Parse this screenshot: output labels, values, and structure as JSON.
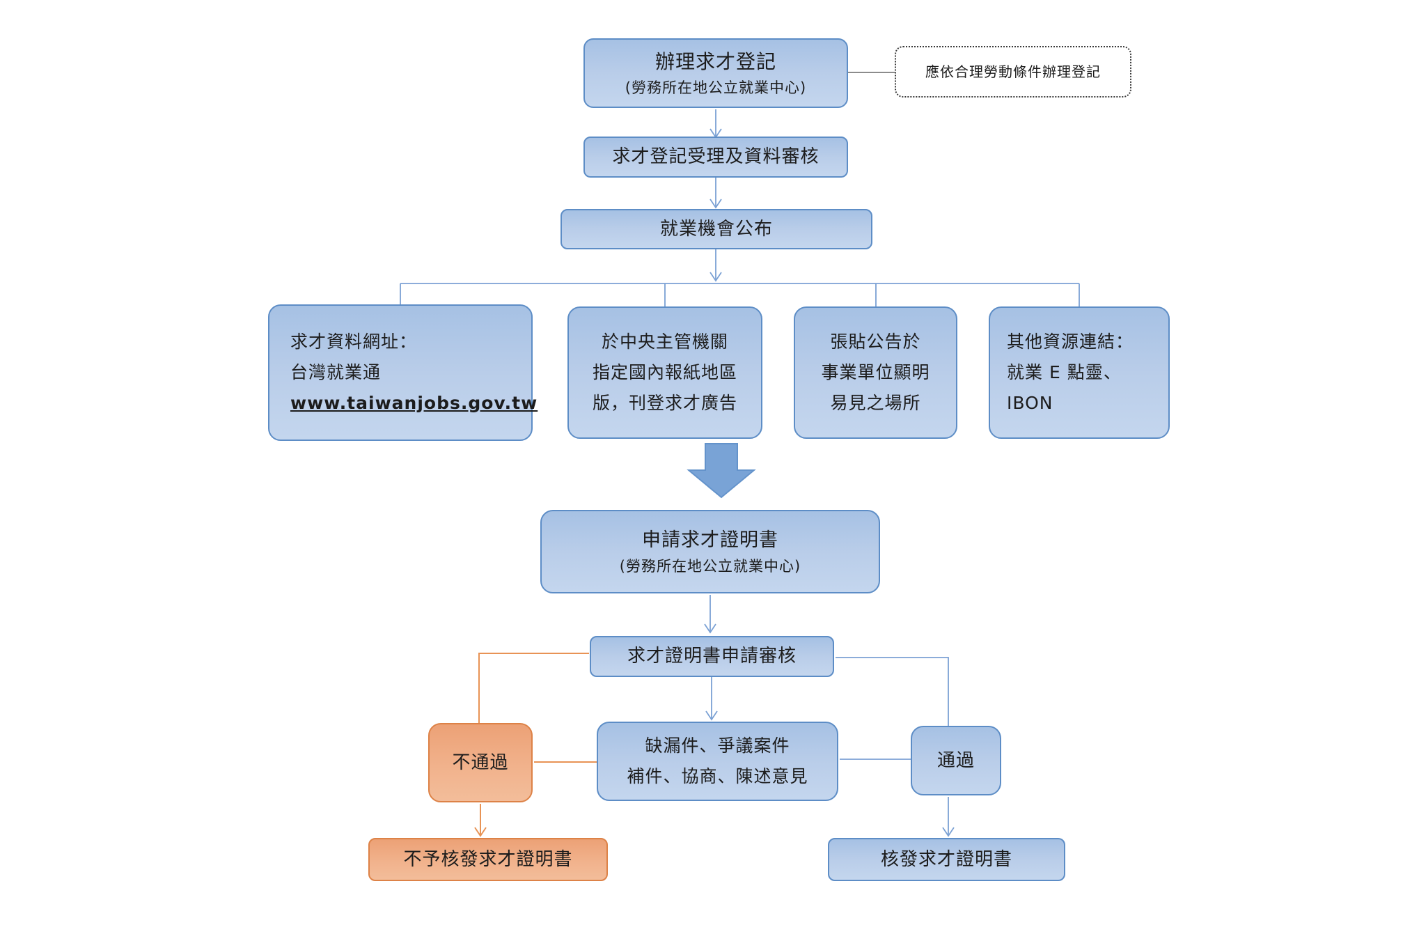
{
  "diagram": {
    "title_implicit": "求才證明書申辦流程圖",
    "colors": {
      "process_fill": "#b9cde9",
      "process_border": "#5d8dc6",
      "connector_blue": "#7ba1d4",
      "fail_fill": "#f1b28c",
      "fail_border": "#dd8247",
      "connector_orange": "#e89355",
      "note_border": "#3a3a3a",
      "note_connector": "#8c8c8c",
      "block_arrow": "#79a3d6",
      "text": "#1c1c1c",
      "background": "#ffffff"
    }
  },
  "nodes": {
    "register": {
      "title": "辦理求才登記",
      "subtitle": "(勞務所在地公立就業中心)"
    },
    "note": {
      "text": "應依合理勞動條件辦理登記"
    },
    "accept": {
      "label": "求才登記受理及資料審核"
    },
    "publish": {
      "label": "就業機會公布"
    },
    "web": {
      "lines": [
        "求才資料網址：",
        "台灣就業通",
        "www.taiwanjobs.gov.tw"
      ]
    },
    "newspaper": {
      "lines": [
        "於中央主管機關",
        "指定國內報紙地區",
        "版，刊登求才廣告"
      ]
    },
    "post": {
      "lines": [
        "張貼公告於",
        "事業單位顯明",
        "易見之場所"
      ]
    },
    "other": {
      "lines": [
        "其他資源連結：",
        "就業 E 點靈、",
        "IBON"
      ]
    },
    "apply": {
      "title": "申請求才證明書",
      "subtitle": "(勞務所在地公立就業中心)"
    },
    "review": {
      "label": "求才證明書申請審核"
    },
    "fail": {
      "label": "不通過"
    },
    "supplement": {
      "lines": [
        "缺漏件、爭議案件",
        "補件、協商、陳述意見"
      ]
    },
    "pass": {
      "label": "通過"
    },
    "no_issue": {
      "label": "不予核發求才證明書"
    },
    "issue": {
      "label": "核發求才證明書"
    }
  }
}
